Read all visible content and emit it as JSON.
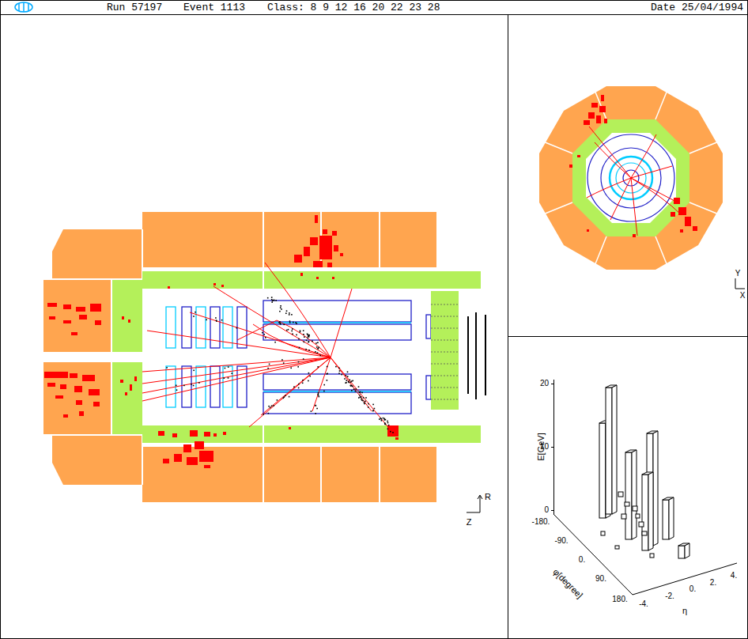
{
  "diagram": {
    "labels": [
      "Run 57197",
      "Event 1113",
      "Class: 8 9 12 16 20 22 23 28",
      "Date 25/04/1994",
      "R",
      "Z",
      "Y",
      "X",
      "E[GeV]",
      "20",
      "10",
      "0",
      "-180.",
      "-90.",
      "0.",
      "90.",
      "180.",
      "-4.",
      "-2.",
      "0.",
      "2.",
      "4.",
      "φ[degree]",
      "η"
    ]
  }
}
